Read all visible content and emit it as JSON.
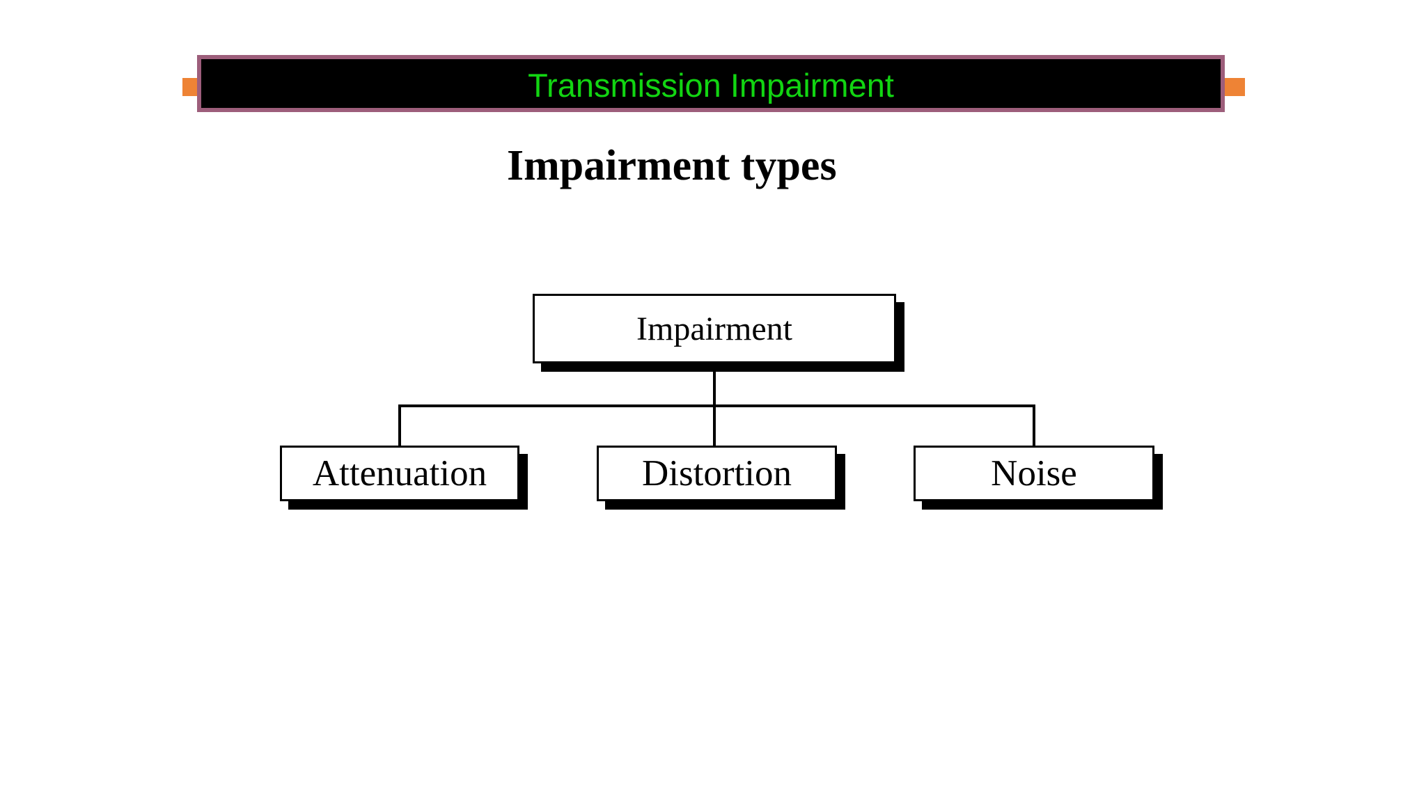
{
  "slide": {
    "colors": {
      "green": "#12d512",
      "mauve": "#9d5e7b",
      "orange": "#ee8335",
      "ink": "#000000",
      "paper": "#ffffff"
    },
    "header": {
      "title": "Transmission Impairment"
    },
    "section_title": "Impairment types",
    "diagram": {
      "root": {
        "label": "Impairment"
      },
      "children": [
        {
          "label": "Attenuation"
        },
        {
          "label": "Distortion"
        },
        {
          "label": "Noise"
        }
      ]
    }
  }
}
